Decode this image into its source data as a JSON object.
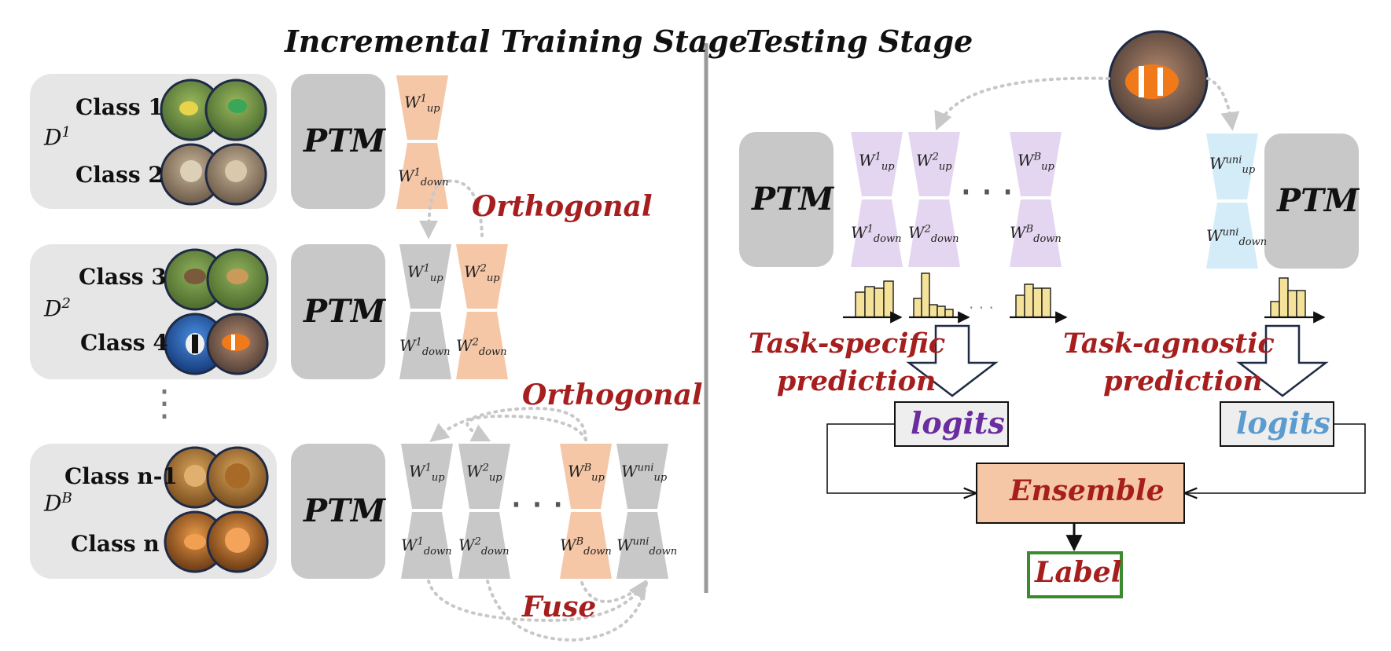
{
  "training": {
    "title": "Incremental Training Stage",
    "datasets": [
      {
        "name": "D",
        "sup": "1",
        "classes": [
          "Class 1",
          "Class 2"
        ]
      },
      {
        "name": "D",
        "sup": "2",
        "classes": [
          "Class 3",
          "Class 4"
        ]
      },
      {
        "name": "D",
        "sup": "B",
        "classes": [
          "Class n-1",
          "Class n"
        ]
      }
    ],
    "ellipsis": "⋮",
    "ptm": "PTM",
    "orthogonal": "Orthogonal",
    "fuse": "Fuse",
    "dots": "‧ ‧ ‧"
  },
  "testing": {
    "title": "Testing Stage",
    "ptm": "PTM",
    "task_specific": [
      "Task-specific",
      "prediction"
    ],
    "task_agnostic": [
      "Task-agnostic",
      "prediction"
    ],
    "logits": "logits",
    "ensemble": "Ensemble",
    "label": "Label",
    "dots": "‧ ‧ ‧"
  },
  "weights": {
    "up": "up",
    "down": "down",
    "w": "W",
    "s1": "1",
    "s2": "2",
    "sB": "B",
    "suni": "uni"
  },
  "colors": {
    "panel": "#e6e6e6",
    "ptm": "#c8c8c8",
    "orange": "#f5c7a6",
    "gray_adapter": "#c8c8c8",
    "purple": "#e4d6f0",
    "blue": "#d4ecf8",
    "red_text": "#a61e1e",
    "purple_text": "#6a2c9e",
    "blue_text": "#5a9bd0",
    "bar": "#f5e29a"
  },
  "icons": [
    "bird-photo",
    "cat-photo",
    "dog-photo",
    "fish-photo",
    "lion-photo",
    "tiger-photo",
    "clownfish-photo"
  ]
}
